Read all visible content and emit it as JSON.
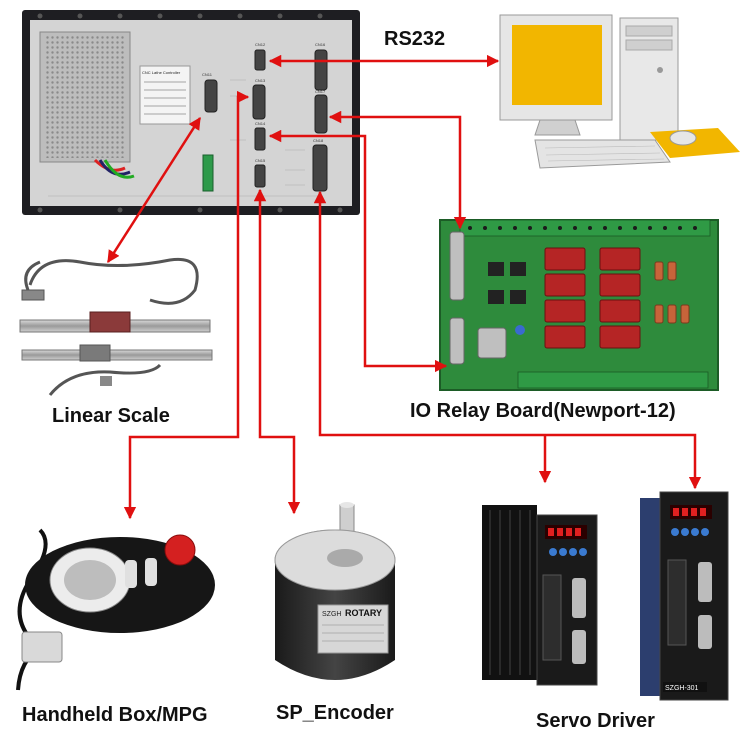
{
  "diagram": {
    "labels": {
      "rs232": "RS232",
      "linear_scale": "Linear Scale",
      "io_relay_board": "IO Relay Board(Newport-12)",
      "handheld_box": "Handheld Box/MPG",
      "sp_encoder": "SP_Encoder",
      "servo_driver": "Servo Driver"
    },
    "controller": {
      "title": "CNC Lathe Controller",
      "ports": [
        "CN11",
        "CN12",
        "CN13",
        "CN14",
        "CN15",
        "CN16",
        "CN17",
        "CN18"
      ]
    },
    "devices": {
      "encoder_text": "ROTARY",
      "encoder_maker": "SZGH",
      "servo_model": "SZGH-301"
    },
    "colors": {
      "connector_line": "#e01010",
      "pcb_green": "#2e8b3c",
      "controller_panel": "#1e1e22",
      "monitor_screen": "#f2b600",
      "servo_body": "#1a1a1a",
      "servo_right_body": "#2c3e6e"
    }
  }
}
